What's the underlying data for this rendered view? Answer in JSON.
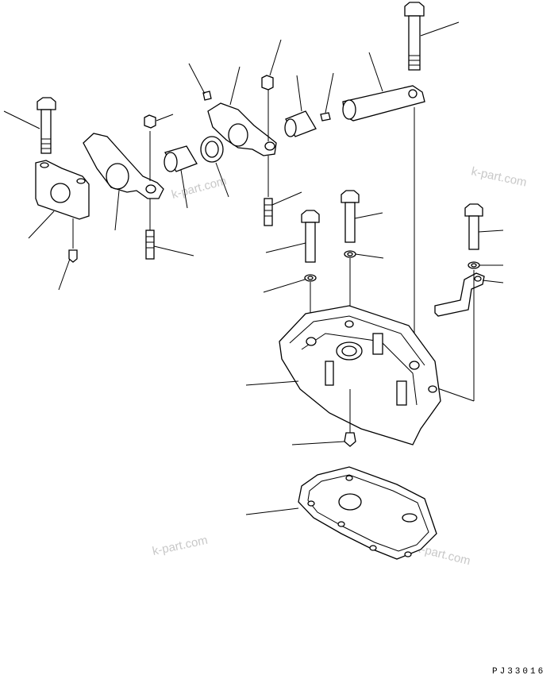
{
  "drawing_code": "PJ33016",
  "watermarks": [
    "k-part.com",
    "k-part.com",
    "k-part.com",
    "k-part.com"
  ]
}
